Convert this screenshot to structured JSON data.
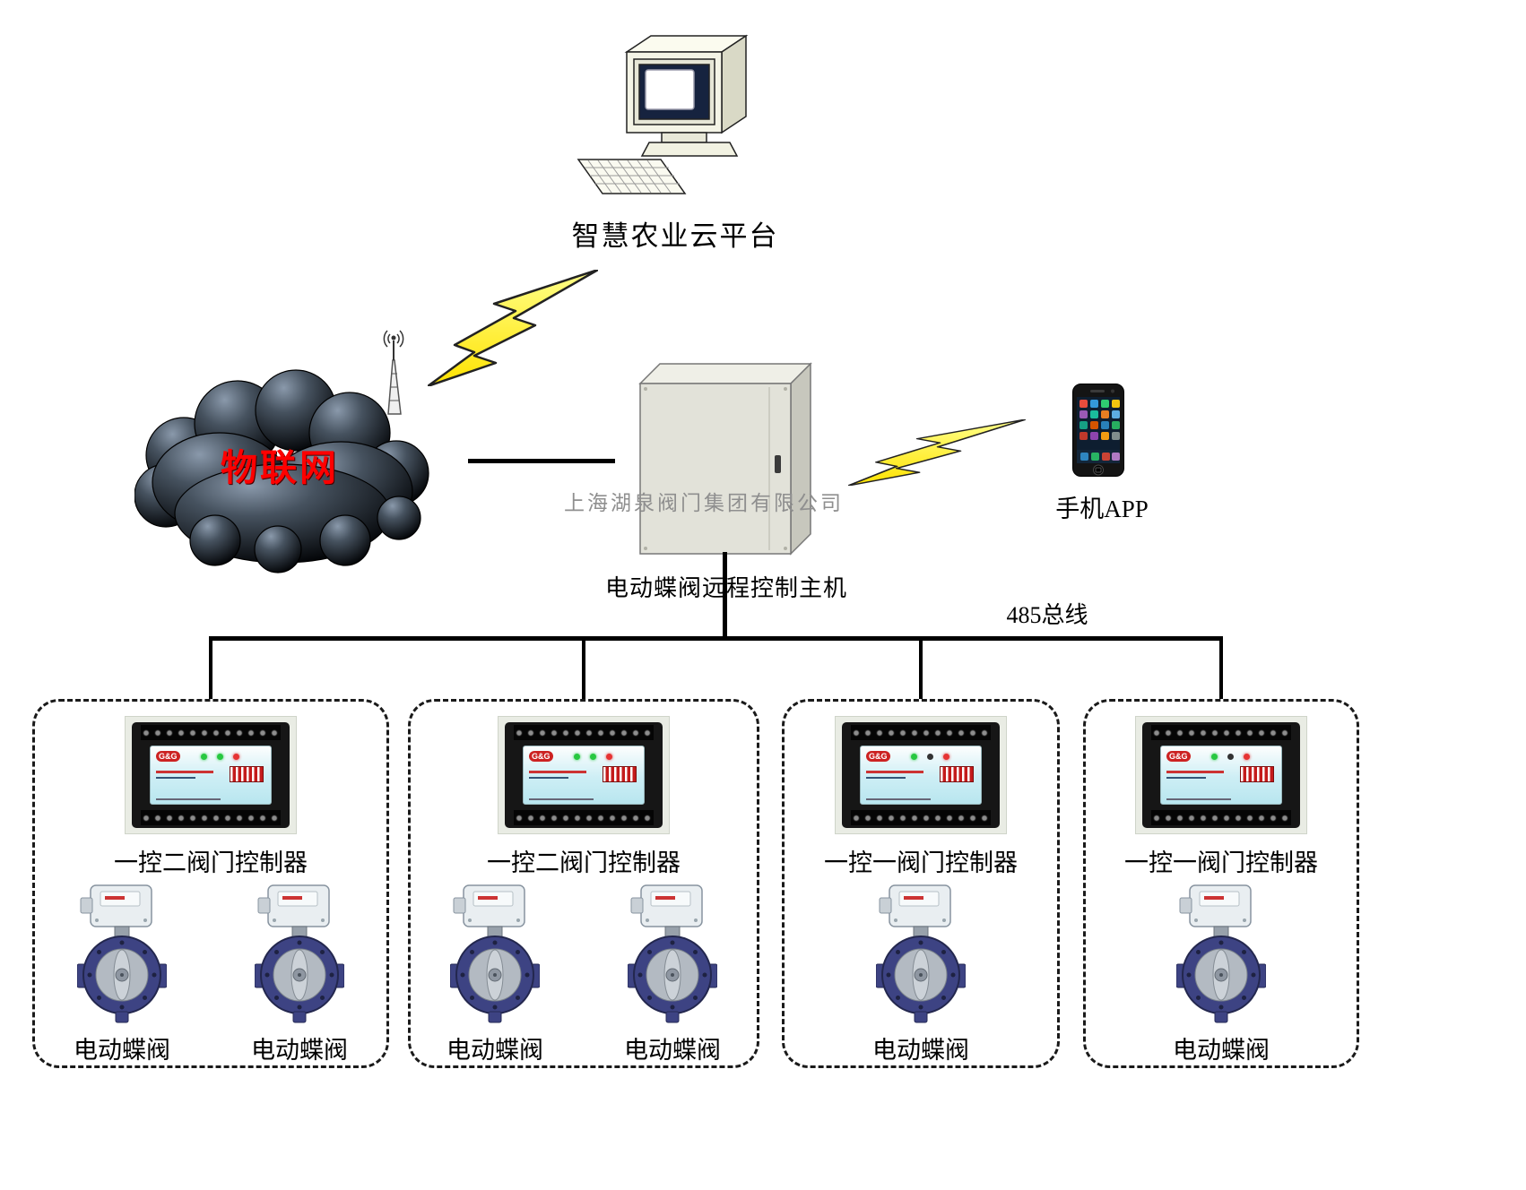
{
  "diagram": {
    "cloud_platform_label": "智慧农业云平台",
    "iot_label": "物联网",
    "watermark": "上海湖泉阀门集团有限公司",
    "host_label": "电动蝶阀远程控制主机",
    "phone_label": "手机APP",
    "bus_label": "485总线",
    "controller_logo": "G&G"
  },
  "groups": [
    {
      "controller_label": "一控二阀门控制器",
      "valve_labels": [
        "电动蝶阀",
        "电动蝶阀"
      ]
    },
    {
      "controller_label": "一控二阀门控制器",
      "valve_labels": [
        "电动蝶阀",
        "电动蝶阀"
      ]
    },
    {
      "controller_label": "一控一阀门控制器",
      "valve_labels": [
        "电动蝶阀"
      ]
    },
    {
      "controller_label": "一控一阀门控制器",
      "valve_labels": [
        "电动蝶阀"
      ]
    }
  ],
  "colors": {
    "lightning": "#ffe94d",
    "iot_text": "#ff0000",
    "line": "#000000",
    "valve_body": "#3d4383",
    "panel": "#bfe9f2"
  }
}
